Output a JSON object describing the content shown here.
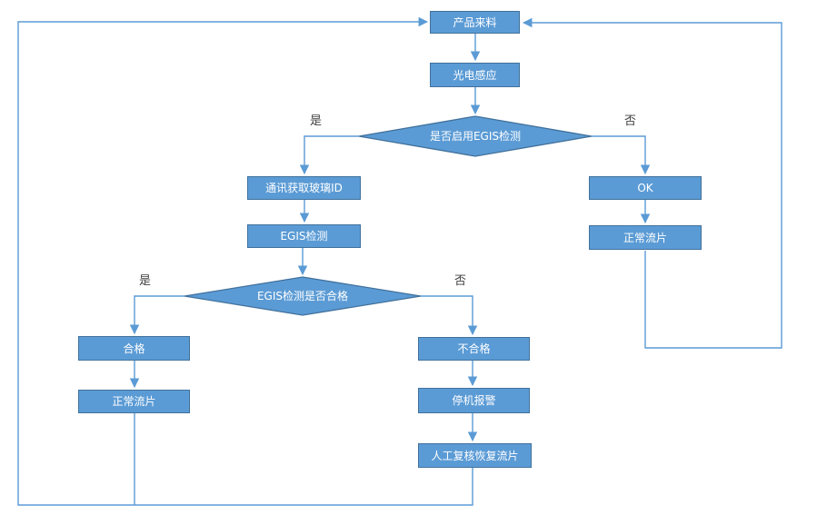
{
  "colors": {
    "node_fill": "#5b9bd5",
    "node_border": "#41719c",
    "connector": "#5b9bd5",
    "node_text": "#ffffff",
    "edge_label_text": "#404040",
    "canvas_bg": "#ffffff"
  },
  "flowchart": {
    "nodes": {
      "start": {
        "label": "产品来料"
      },
      "photo_sensor": {
        "label": "光电感应"
      },
      "decision_egis_enabled": {
        "label": "是否启用EGIS检测"
      },
      "get_glass_id": {
        "label": "通讯获取玻璃ID"
      },
      "egis_inspect": {
        "label": "EGIS检测"
      },
      "ok": {
        "label": "OK"
      },
      "normal_flow_right": {
        "label": "正常流片"
      },
      "decision_egis_pass": {
        "label": "EGIS检测是否合格"
      },
      "pass": {
        "label": "合格"
      },
      "normal_flow_left": {
        "label": "正常流片"
      },
      "fail": {
        "label": "不合格"
      },
      "stop_alarm": {
        "label": "停机报警"
      },
      "manual_review": {
        "label": "人工复核恢复流片"
      }
    },
    "edge_labels": {
      "egis_enabled_yes": "是",
      "egis_enabled_no": "否",
      "egis_pass_yes": "是",
      "egis_pass_no": "否"
    }
  }
}
